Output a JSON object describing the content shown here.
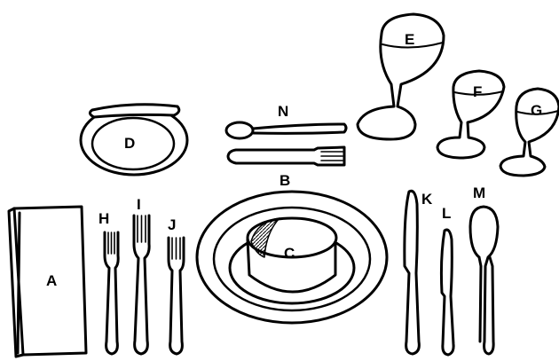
{
  "labels": {
    "A": "A",
    "B": "B",
    "C": "C",
    "D": "D",
    "E": "E",
    "F": "F",
    "G": "G",
    "H": "H",
    "I": "I",
    "J": "J",
    "K": "K",
    "L": "L",
    "M": "M",
    "N": "N"
  },
  "items": [
    {
      "label": "A",
      "icon": "napkin-icon"
    },
    {
      "label": "B",
      "icon": "charger-plate-icon"
    },
    {
      "label": "C",
      "icon": "soup-bowl-icon"
    },
    {
      "label": "D",
      "icon": "bread-plate-with-butter-knife-icon"
    },
    {
      "label": "E",
      "icon": "water-goblet-icon"
    },
    {
      "label": "F",
      "icon": "wine-glass-icon"
    },
    {
      "label": "G",
      "icon": "wine-glass-icon"
    },
    {
      "label": "H",
      "icon": "fork-icon"
    },
    {
      "label": "I",
      "icon": "fork-icon"
    },
    {
      "label": "J",
      "icon": "small-fork-icon"
    },
    {
      "label": "K",
      "icon": "knife-icon"
    },
    {
      "label": "L",
      "icon": "small-knife-icon"
    },
    {
      "label": "M",
      "icon": "soup-spoon-icon"
    },
    {
      "label": "N",
      "icon": "dessert-spoon-and-fork-icon"
    }
  ]
}
